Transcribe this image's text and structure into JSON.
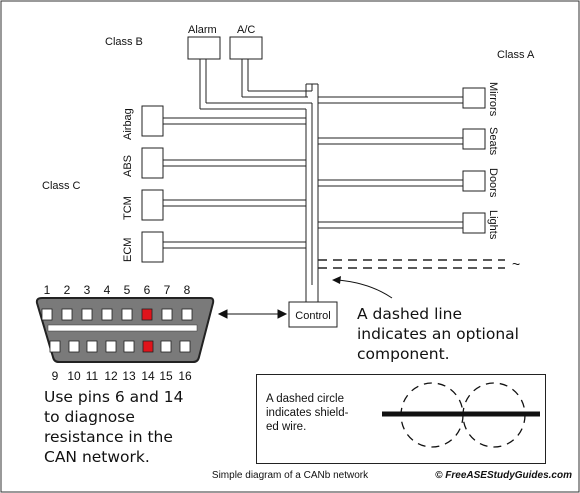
{
  "labels": {
    "class_a": "Class A",
    "class_b": "Class B",
    "class_c": "Class C",
    "alarm": "Alarm",
    "ac": "A/C",
    "mirrors": "Mirrors",
    "seats": "Seats",
    "doors": "Doors",
    "lights": "Lights",
    "airbag": "Airbag",
    "abs": "ABS",
    "tcm": "TCM",
    "ecm": "ECM",
    "control": "Control",
    "tilde": "~"
  },
  "connector": {
    "top_pins": [
      "1",
      "2",
      "3",
      "4",
      "5",
      "6",
      "7",
      "8"
    ],
    "bottom_pins": [
      "9",
      "10",
      "11",
      "12",
      "13",
      "14",
      "15",
      "16"
    ],
    "highlighted_pins": [
      "6",
      "14"
    ],
    "highlight_color": "#e0141b"
  },
  "notes": {
    "dashed_line": [
      "A dashed line",
      "indicates an optional",
      "component."
    ],
    "pins": [
      "Use pins 6 and 14",
      "to diagnose",
      "resistance in the",
      "CAN network."
    ],
    "shielded": [
      "A dashed circle",
      "indicates shield-",
      "ed wire."
    ]
  },
  "caption": "Simple diagram of a CANb network",
  "credit": "© FreeASEStudyGuides.com"
}
